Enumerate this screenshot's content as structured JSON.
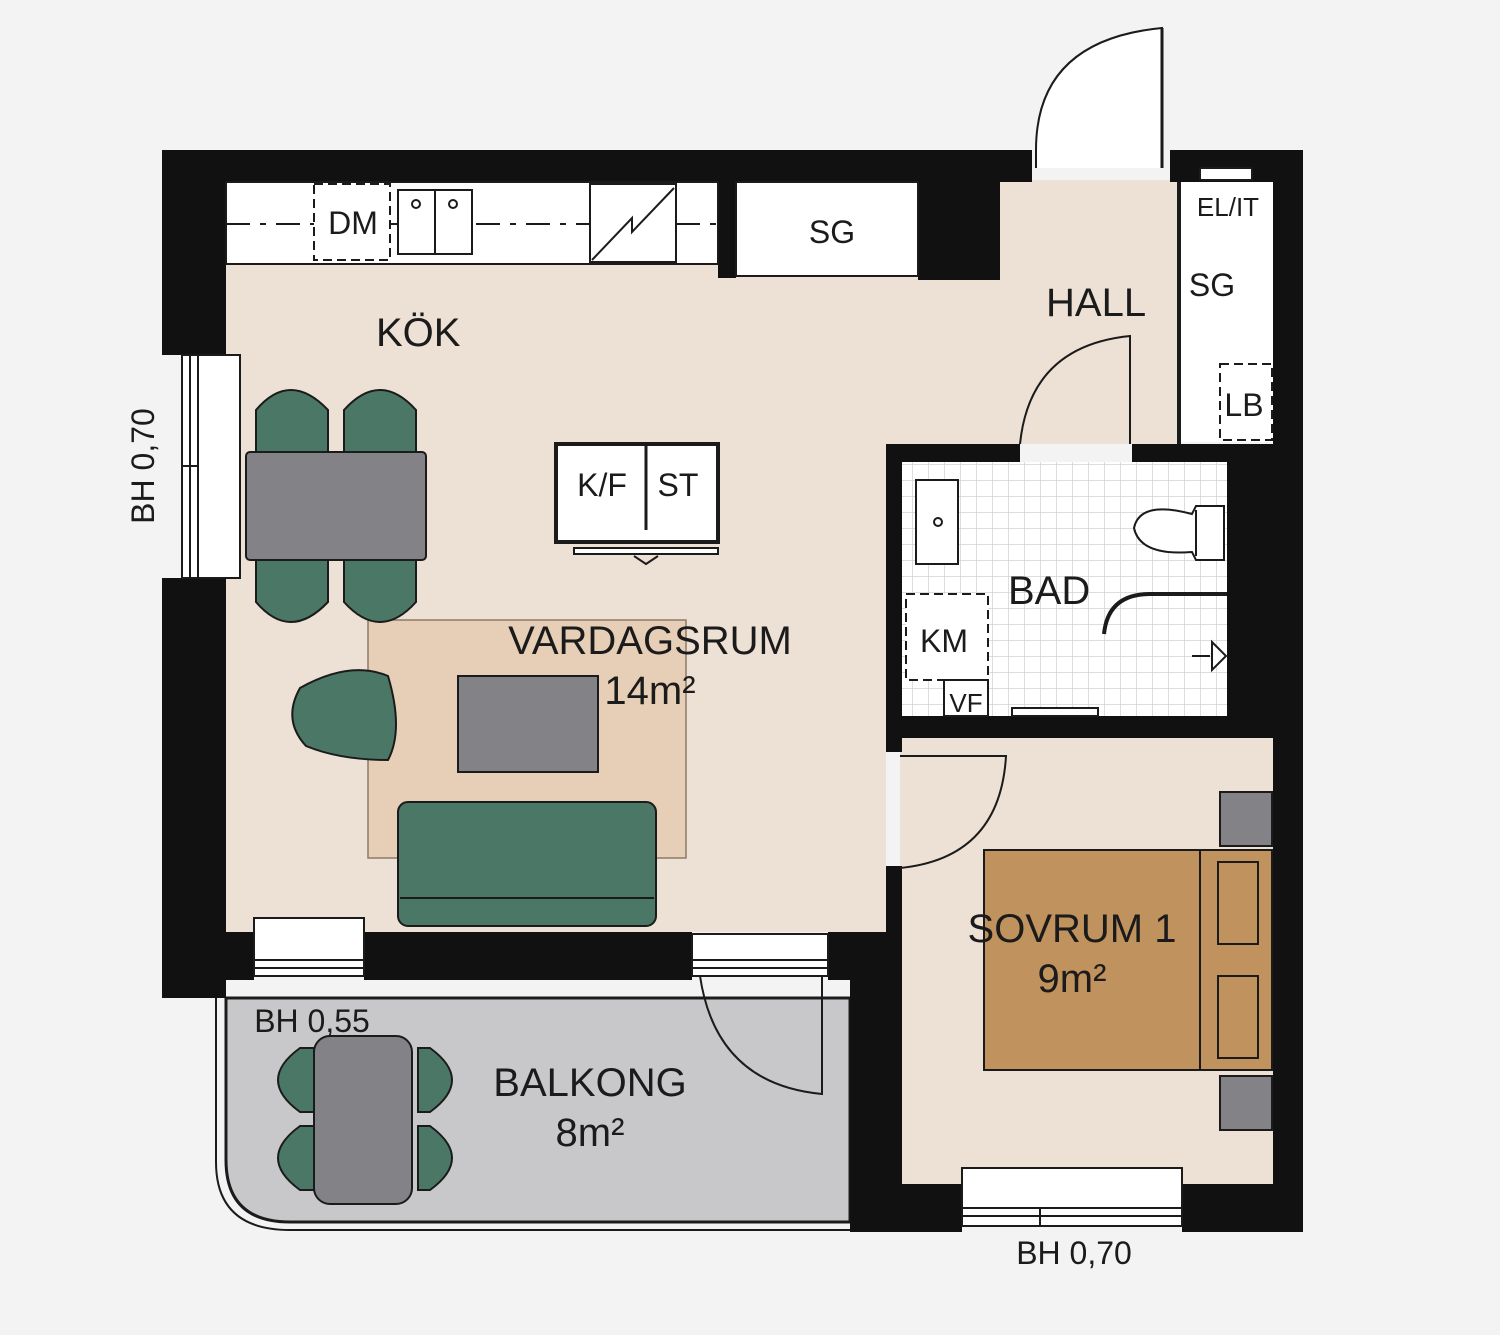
{
  "colors": {
    "background": "#f3f3f4",
    "floor": "#ede0d5",
    "rug": "#e6cfb6",
    "balcony": "#c8c8ca",
    "wall": "#111111",
    "furniture_green": "#4b7766",
    "furniture_grey": "#838286",
    "bed": "#c0925e"
  },
  "rooms": {
    "kok": "KÖK",
    "vardagsrum": "VARDAGSRUM",
    "vardagsrum_area": "14m²",
    "hall": "HALL",
    "bad": "BAD",
    "sovrum": "SOVRUM 1",
    "sovrum_area": "9m²",
    "balkong": "BALKONG",
    "balkong_area": "8m²"
  },
  "fixtures": {
    "dm": "DM",
    "sg_kitchen": "SG",
    "sg_hall": "SG",
    "el_it": "EL/IT",
    "lb": "LB",
    "kf": "K/F",
    "st": "ST",
    "km": "KM",
    "vf": "VF"
  },
  "windows": {
    "left": "BH 0,70",
    "balcony": "BH 0,55",
    "bedroom": "BH 0,70"
  }
}
